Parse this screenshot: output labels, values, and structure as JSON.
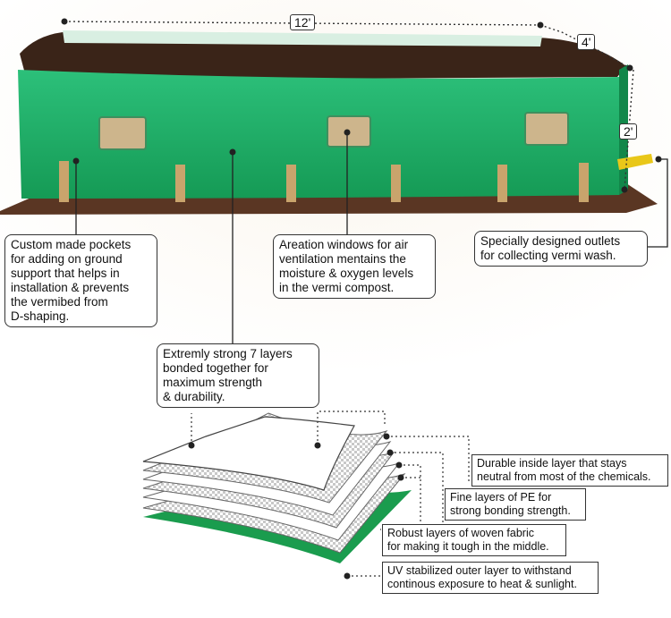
{
  "dimensions": {
    "length": "12'",
    "width": "4'",
    "height": "2'"
  },
  "colors": {
    "bed_green": "#1fae66",
    "soil": "#3a2418",
    "outer_layer": "#1a9c4e",
    "ground": "#5a3623"
  },
  "callouts": {
    "pockets": "Custom made pockets\nfor adding on ground\nsupport that helps in\ninstallation & prevents\nthe vermibed from\nD-shaping.",
    "windows": "Areation windows for air\nventilation mentains the\nmoisture & oxygen levels\nin the vermi compost.",
    "outlets": "Specially designed outlets\nfor collecting vermi wash.",
    "layers": "Extremly strong 7 layers\nbonded together for\nmaximum strength\n& durability."
  },
  "layer_labels": {
    "inside": "Durable inside layer that stays\nneutral from most of the chemicals.",
    "pe": "Fine layers of PE for\nstrong bonding strength.",
    "woven": "Robust layers of woven fabric\nfor making it tough in the middle.",
    "outer": "UV stabilized outer layer to withstand\ncontinous exposure to heat & sunlight."
  }
}
